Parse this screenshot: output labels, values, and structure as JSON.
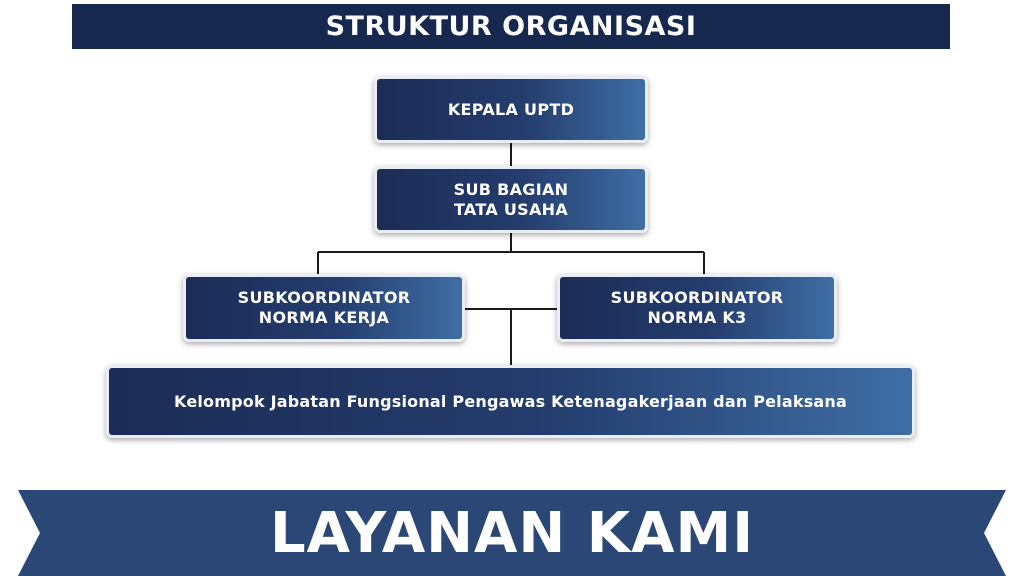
{
  "header": {
    "title": "STRUKTUR ORGANISASI"
  },
  "org": {
    "kepala": {
      "line1": "KEPALA UPTD"
    },
    "sub_bagian": {
      "line1": "SUB BAGIAN",
      "line2": "TATA USAHA"
    },
    "sub_norma_kerja": {
      "line1": "SUBKOORDINATOR",
      "line2": "NORMA KERJA"
    },
    "sub_norma_k3": {
      "line1": "SUBKOORDINATOR",
      "line2": "NORMA K3"
    },
    "kelompok": {
      "line1": "Kelompok Jabatan Fungsional Pengawas Ketenagakerjaan dan Pelaksana"
    }
  },
  "banner": {
    "label": "LAYANAN KAMI"
  },
  "colors": {
    "navy": "#17284f",
    "box_dark": "#1b2c55",
    "box_light": "#3f6ea5",
    "banner": "#2b4775",
    "connector": "#1a1a1a"
  }
}
